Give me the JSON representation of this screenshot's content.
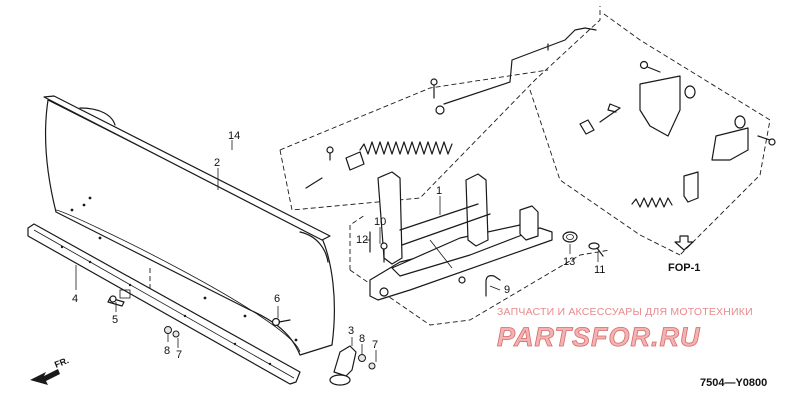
{
  "diagram": {
    "part_numbers": {
      "n1": "1",
      "n2": "2",
      "n3": "3",
      "n4": "4",
      "n5": "5",
      "n6": "6",
      "n7a": "7",
      "n7b": "7",
      "n8a": "8",
      "n8b": "8",
      "n9": "9",
      "n10": "10",
      "n11": "11",
      "n12": "12",
      "n13": "13",
      "n14": "14"
    },
    "fop_label": "FOP-1",
    "front_label": "FR.",
    "drawing_code": "7504—Y0800"
  },
  "watermark": {
    "subtitle": "ЗАПЧАСТИ И АКСЕССУАРЫ ДЛЯ МОТОТЕХНИКИ",
    "brand": "PARTSFOR.RU",
    "color": "#e57373"
  }
}
